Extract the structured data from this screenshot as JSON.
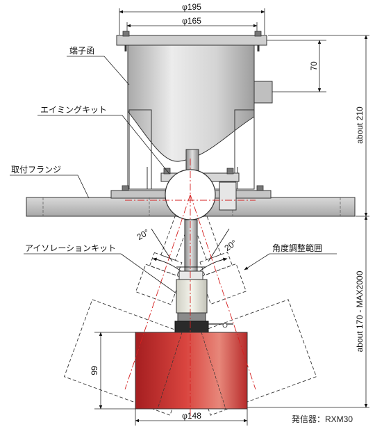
{
  "labels": {
    "terminal_box": "端子函",
    "aiming_kit": "エイミングキット",
    "mounting_flange": "取付フランジ",
    "isolation_kit": "アイソレーションキット",
    "angle_range": "角度調整範囲",
    "transmitter": "発信器：RXM30"
  },
  "dimensions": {
    "flange_dia": "φ195",
    "body_dia": "φ165",
    "conduit_offset": "70",
    "height_upper": "about 210",
    "height_lower": "about 170 - MAX2000",
    "horn_height": "99",
    "horn_dia": "φ148",
    "angle_left": "20°",
    "angle_right": "20°"
  },
  "colors": {
    "horn": "#c0282a",
    "housing": "#c8c8c8",
    "centerline": "#d42020",
    "line": "#222222"
  }
}
